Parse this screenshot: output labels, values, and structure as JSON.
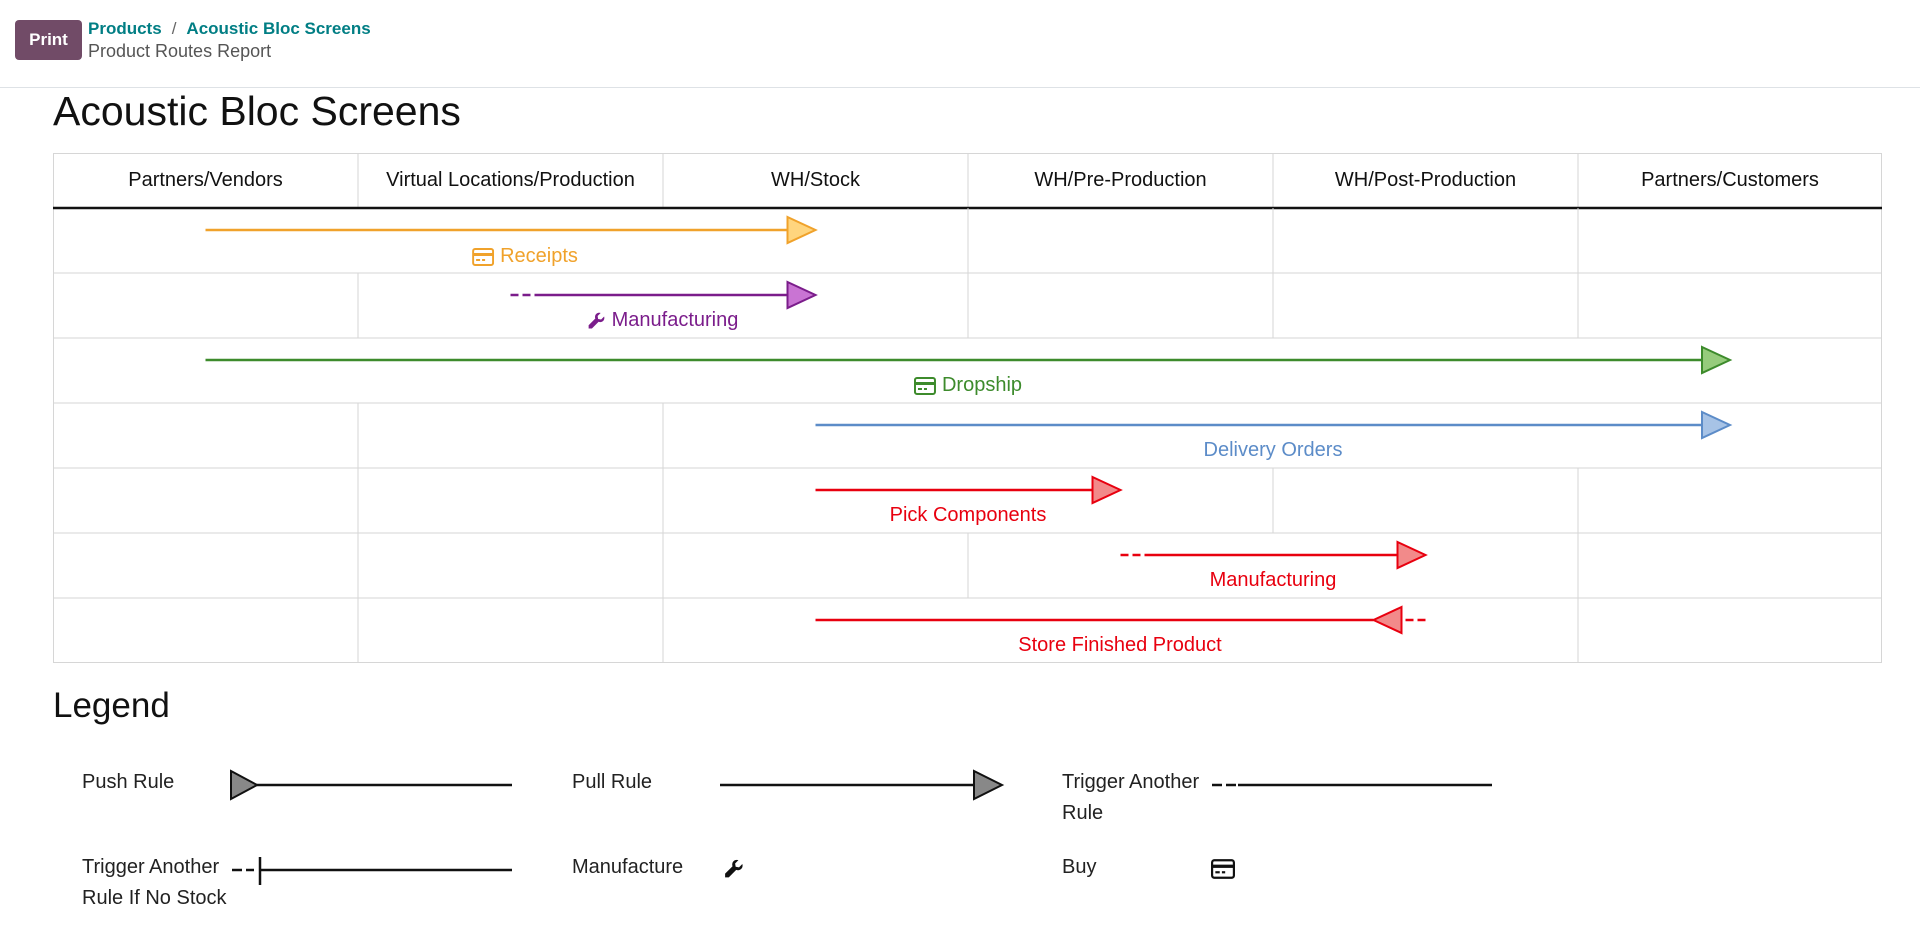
{
  "control_panel": {
    "print_label": "Print",
    "breadcrumbs": [
      "Products",
      "Acoustic Bloc Screens"
    ],
    "breadcrumb_separator": "/",
    "subtitle": "Product Routes Report"
  },
  "report": {
    "title": "Acoustic Bloc Screens",
    "columns": [
      "Partners/Vendors",
      "Virtual Locations/Production",
      "WH/Stock",
      "WH/Pre-Production",
      "WH/Post-Production",
      "Partners/Customers"
    ],
    "rows": [
      {
        "label": "Receipts",
        "icon": "buy-icon",
        "color": "#f0a22b",
        "fill": "#ffd57e"
      },
      {
        "label": "Manufacturing",
        "icon": "wrench-icon",
        "color": "#7b1d8b",
        "fill": "#c974d3"
      },
      {
        "label": "Dropship",
        "icon": "buy-icon",
        "color": "#3d8b2c",
        "fill": "#96cc7c"
      },
      {
        "label": "Delivery Orders",
        "icon": "",
        "color": "#5c8cc8",
        "fill": "#a7c3e6"
      },
      {
        "label": "Pick Components",
        "icon": "",
        "color": "#e8000f",
        "fill": "#f28a8a"
      },
      {
        "label": "Manufacturing",
        "icon": "",
        "color": "#e8000f",
        "fill": "#f28a8a"
      },
      {
        "label": "Store Finished Product",
        "icon": "",
        "color": "#e8000f",
        "fill": "#f28a8a"
      }
    ]
  },
  "legend": {
    "title": "Legend",
    "push_rule": "Push Rule",
    "pull_rule": "Pull Rule",
    "trigger_rule": "Trigger Another Rule",
    "trigger_if_no_stock": "Trigger Another Rule If No Stock",
    "manufacture": "Manufacture",
    "buy": "Buy"
  }
}
